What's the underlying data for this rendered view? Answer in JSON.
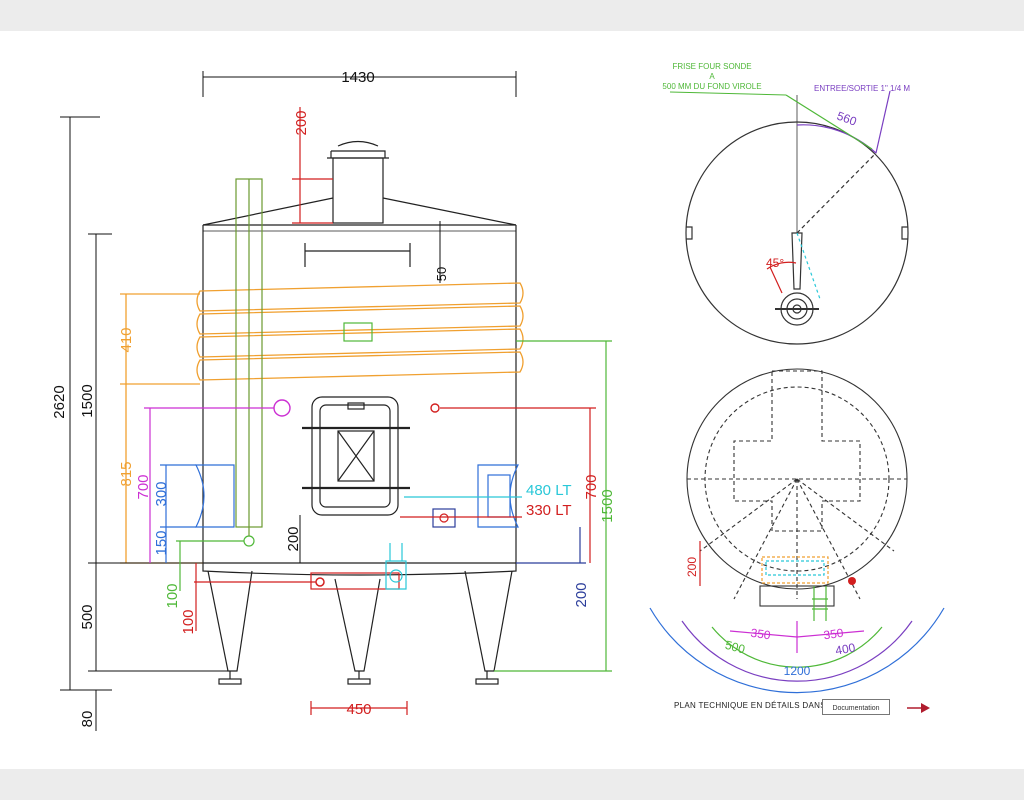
{
  "colors": {
    "dimension": "#111111",
    "red": "#d21f1f",
    "orange": "#f0a030",
    "green": "#4fb838",
    "magenta": "#cc2fd3",
    "blue": "#2f6fd8",
    "cyan": "#29c8d8",
    "purple": "#7a3fc1",
    "navy": "#2b3d9b",
    "olive": "#6a9a30",
    "arrow": "#b01c2e"
  },
  "front_view": {
    "width_top": "1430",
    "total_height": "2620",
    "body_height": "1500",
    "leg_height": "500",
    "foot_height": "80",
    "manhole_top": "200",
    "inner_50": "50",
    "jacket_height": "410",
    "jacket_bottom": "815",
    "magenta_700": "700",
    "blue_300": "300",
    "blue_150": "150",
    "green_100": "100",
    "red_100": "100",
    "black_200": "200",
    "leg_spacing": "450",
    "cyan_volume": "480 LT",
    "red_volume": "330 LT",
    "red_700": "700",
    "green_1500": "1500",
    "navy_200": "200"
  },
  "top_view": {
    "probe_label_line1": "FRISE FOUR SONDE",
    "probe_label_line2": "A",
    "probe_label_line3": "500 MM DU FOND VIROLE",
    "inlet_label": "ENTREE/SORTIE 1\" 1/4 M",
    "arc_560": "560",
    "angle_45": "45°"
  },
  "bottom_view": {
    "dim_200": "200",
    "dim_350_left": "350",
    "dim_350_right": "350",
    "dim_500": "500",
    "dim_400": "400",
    "dim_1200": "1200"
  },
  "footer": {
    "caption": "PLAN TECHNIQUE EN DÉTAILS DANS",
    "button_label": "Documentation"
  }
}
